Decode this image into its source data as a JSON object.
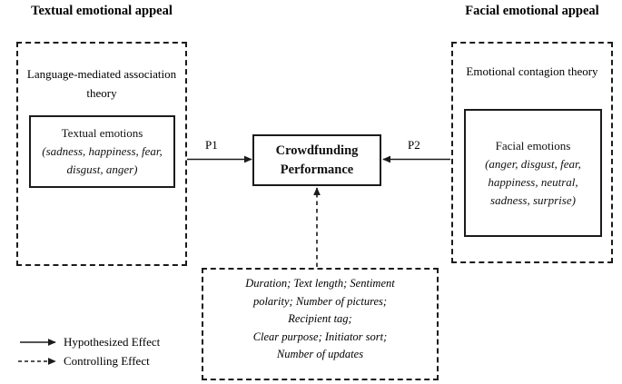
{
  "diagram": {
    "left_group": {
      "title": "Textual emotional appeal",
      "theory": "Language-mediated association theory",
      "construct_title": "Textual emotions",
      "construct_list": "(sadness, happiness, fear, disgust, anger)"
    },
    "right_group": {
      "title": "Facial emotional appeal",
      "theory": "Emotional contagion theory",
      "construct_title": "Facial emotions",
      "construct_list": "(anger, disgust, fear, happiness, neutral, sadness, surprise)"
    },
    "center": {
      "label": "Crowdfunding Performance"
    },
    "controls": {
      "lines": [
        "Duration; Text length;  Sentiment",
        "polarity; Number of pictures;",
        "Recipient tag;",
        "Clear purpose; Initiator sort;",
        "Number of updates"
      ]
    },
    "paths": {
      "p1": "P1",
      "p2": "P2"
    },
    "legend": {
      "solid_label": "Hypothesized Effect",
      "dashed_label": "Controlling Effect"
    },
    "colors": {
      "line": "#1b1b1b",
      "text": "#000000",
      "background": "#ffffff"
    }
  }
}
